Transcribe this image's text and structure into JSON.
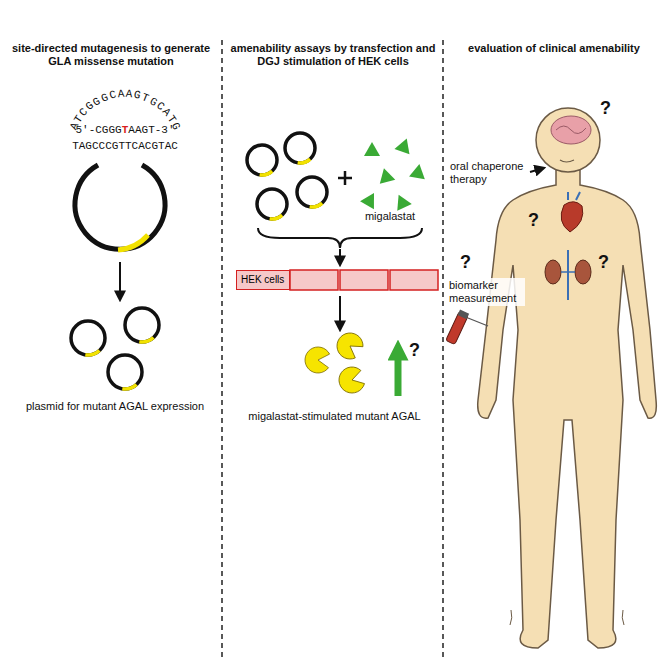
{
  "diagram": {
    "nodes": [
      {
        "text": [
          "HEK cells"
        ]
      }
    ],
    "edges": [],
    "labels": [
      "site-directed mutagenesis to generate GLA missense mutation",
      "ATCGGGCAAGTGCATG",
      "5'-CGGGTAAGT-3'",
      "TAGCCCGTTCACGTAC",
      "plasmid for mutant AGAL expression",
      "amenability assays by transfection and DGJ stimulation of HEK cells",
      "migalastat",
      "?",
      "migalastat-stimulated mutant AGAL",
      "evaluation of clinical amenability",
      "?",
      "oral chaperone therapy",
      "?",
      "?",
      "biomarker measurement",
      "?"
    ]
  }
}
